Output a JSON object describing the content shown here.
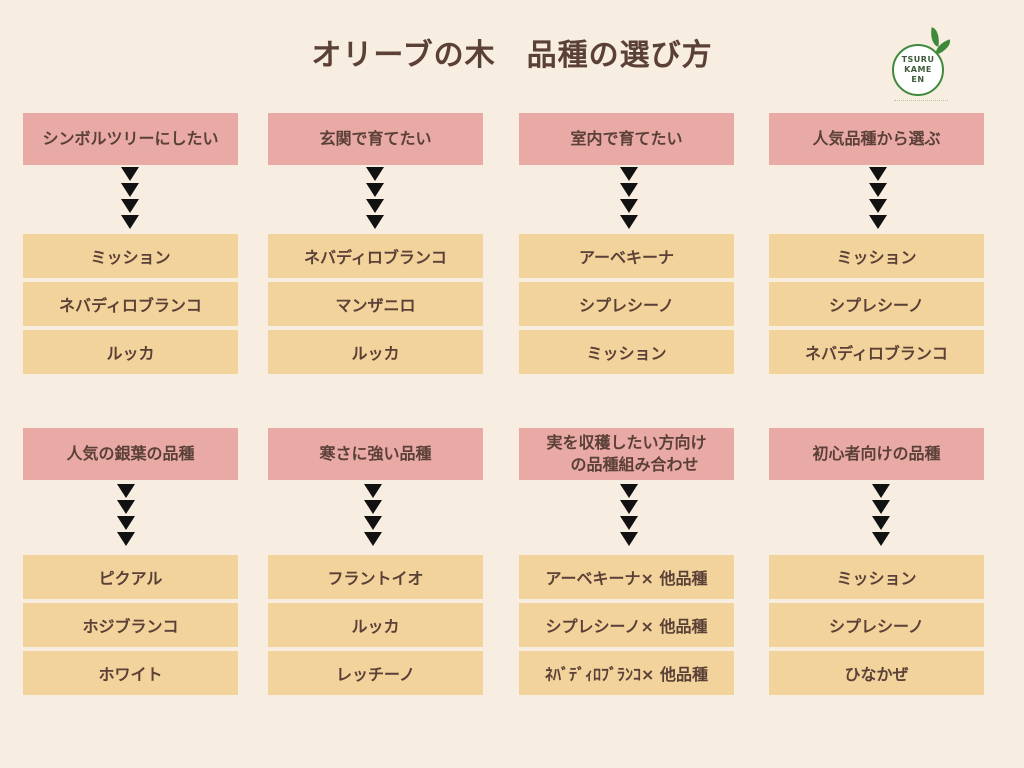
{
  "title": "オリーブの木　品種の選び方",
  "logo": {
    "lines": [
      "TSURU",
      "KAME",
      "EN"
    ]
  },
  "groups": [
    {
      "header": "シンボルツリーにしたい",
      "items": [
        "ミッション",
        "ネバディロブランコ",
        "ルッカ"
      ]
    },
    {
      "header": "玄関で育てたい",
      "items": [
        "ネバディロブランコ",
        "マンザニロ",
        "ルッカ"
      ]
    },
    {
      "header": "室内で育てたい",
      "items": [
        "アーベキーナ",
        "シプレシーノ",
        "ミッション"
      ]
    },
    {
      "header": "人気品種から選ぶ",
      "items": [
        "ミッション",
        "シプレシーノ",
        "ネバディロブランコ"
      ]
    },
    {
      "header": "人気の銀葉の品種",
      "items": [
        "ピクアル",
        "ホジブランコ",
        "ホワイト"
      ]
    },
    {
      "header": "寒さに強い品種",
      "items": [
        "フラントイオ",
        "ルッカ",
        "レッチーノ"
      ]
    },
    {
      "header": "実を収穫したい方向け\n　の品種組み合わせ",
      "items": [
        "アーベキーナ× 他品種",
        "シプレシーノ× 他品種",
        "ﾈﾊﾞﾃﾞｨﾛﾌﾞﾗﾝｺ× 他品種"
      ]
    },
    {
      "header": "初心者向けの品種",
      "items": [
        "ミッション",
        "シプレシーノ",
        "ひなかぜ"
      ]
    }
  ]
}
